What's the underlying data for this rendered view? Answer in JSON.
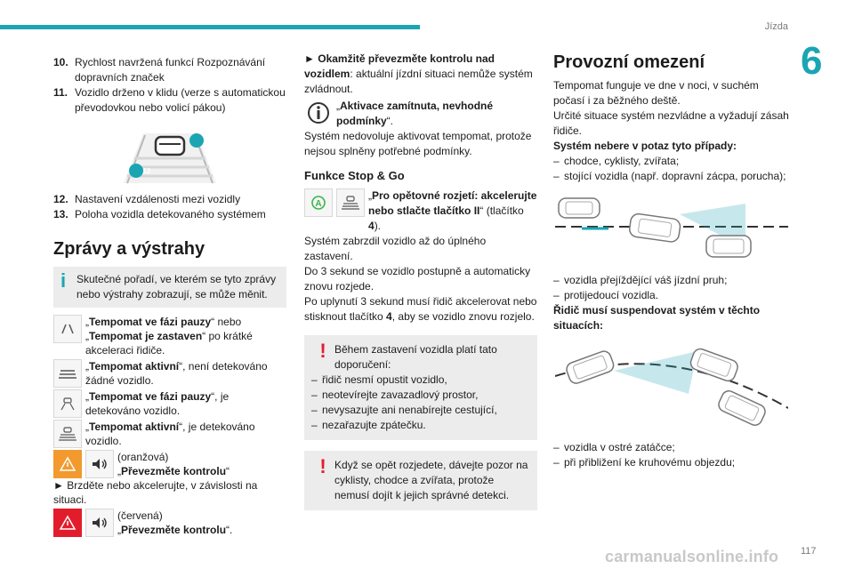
{
  "header": {
    "section_title": "Jízda",
    "chapter_number": "6",
    "page_number": "117"
  },
  "watermark": "carmanualsonline.info",
  "col1": {
    "items_top": [
      {
        "num": "10.",
        "text": "Rychlost navržená funkcí Rozpoznávání dopravních značek"
      },
      {
        "num": "11.",
        "text": "Vozidlo drženo v klidu (verze s automatickou převodovkou nebo volicí pákou)"
      }
    ],
    "figure_callouts": [
      "13",
      "12"
    ],
    "items_bottom": [
      {
        "num": "12.",
        "text": "Nastavení vzdálenosti mezi vozidly"
      },
      {
        "num": "13.",
        "text": "Poloha vozidla detekovaného systémem"
      }
    ],
    "heading": "Zprávy a výstrahy",
    "info": "Skutečné pořadí, ve kterém se tyto zprávy nebo výstrahy zobrazují, se může měnit.",
    "messages": {
      "m1_a": "„",
      "m1_b": "Tempomat ve fázi pauzy",
      "m1_c": "“ nebo „",
      "m1_d": "Tempomat je zastaven",
      "m1_e": "“ po krátké akceleraci řidiče.",
      "m2_a": "„",
      "m2_b": "Tempomat aktivní",
      "m2_c": "“, není detekováno žádné vozidlo.",
      "m3_a": "„",
      "m3_b": "Tempomat ve fázi pauzy",
      "m3_c": "“, je detekováno vozidlo.",
      "m4_a": "„",
      "m4_b": "Tempomat aktivní",
      "m4_c": "“, je detekováno vozidlo.",
      "m5_a": "(oranžová)",
      "m5_b": "„",
      "m5_c": "Převezměte kontrolu",
      "m5_d": "“",
      "m5_action": "► Brzděte nebo akcelerujte, v závislosti na situaci.",
      "m6_a": "(červená)",
      "m6_b": "„",
      "m6_c": "Převezměte kontrolu",
      "m6_d": "“."
    }
  },
  "col2": {
    "p1_arrow": "►",
    "p1_bold": "Okamžitě převezměte kontrolu nad vozidlem",
    "p1_rest": ": aktuální jízdní situaci nemůže systém zvládnout.",
    "p2_a": "„",
    "p2_bold": "Aktivace zamítnuta, nevhodné podmínky",
    "p2_c": "“.",
    "p3": "Systém nedovoluje aktivovat tempomat, protože nejsou splněny potřebné podmínky.",
    "heading": "Funkce Stop & Go",
    "p4_a": "„",
    "p4_bold": "Pro opětovné rozjetí: akcelerujte nebo stlačte tlačítko II",
    "p4_c": "“ (tlačítko ",
    "p4_d": "4",
    "p4_e": ").",
    "p5": "Systém zabrzdil vozidlo až do úplného zastavení.",
    "p6": "Do 3 sekund se vozidlo postupně a automaticky znovu rozjede.",
    "p7_a": "Po uplynutí 3 sekund musí řidič akcelerovat nebo stisknout tlačítko ",
    "p7_b": "4",
    "p7_c": ", aby se vozidlo znovu rozjelo.",
    "warn1_intro": "Během zastavení vozidla platí tato doporučení:",
    "warn1_items": [
      "řidič nesmí opustit vozidlo,",
      "neotevírejte zavazadlový prostor,",
      "nevysazujte ani nenabírejte cestující,",
      "nezařazujte zpátečku."
    ],
    "warn2": "Když se opět rozjedete, dávejte pozor na cyklisty, chodce a zvířata, protože nemusí dojít k jejich správné detekci."
  },
  "col3": {
    "heading": "Provozní omezení",
    "p1": "Tempomat funguje ve dne v noci, v suchém počasí i za běžného deště.",
    "p2": "Určité situace systém nezvládne a vyžadují zásah řidiče.",
    "p3": "Systém nebere v potaz tyto případy:",
    "list1": [
      "chodce, cyklisty, zvířata;",
      "stojící vozidla (např. dopravní zácpa, porucha);"
    ],
    "list2": [
      "vozidla přejíždějící váš jízdní pruh;",
      "protijedoucí vozidla."
    ],
    "p4": "Řidič musí suspendovat systém v těchto situacích:",
    "list3": [
      "vozidla v ostré zatáčce;",
      "při přibližení ke kruhovému objezdu;"
    ]
  },
  "colors": {
    "accent": "#1ba5b3",
    "warning": "#e21d2b",
    "orange": "#f29a2e",
    "box_bg": "#ececec"
  }
}
